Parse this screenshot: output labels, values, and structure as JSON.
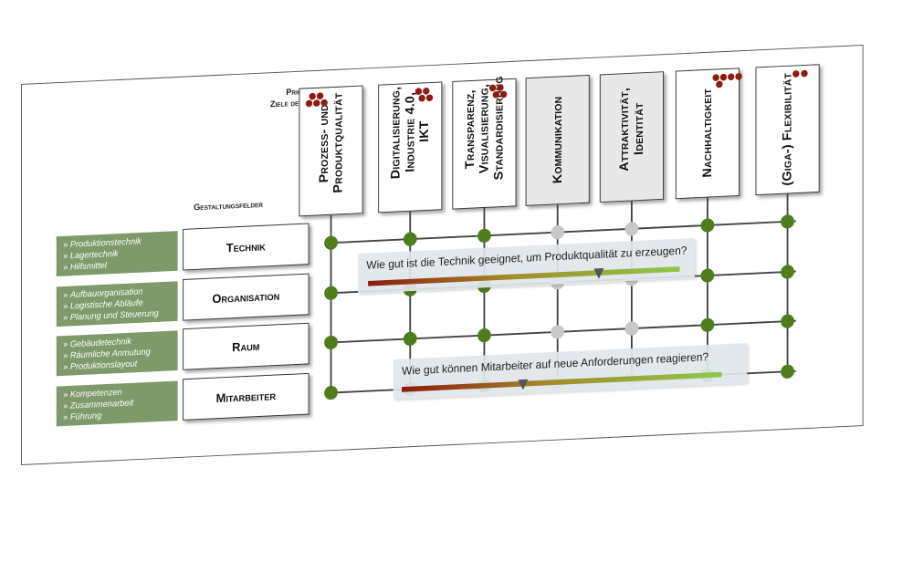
{
  "header": {
    "goals_title_line1": "Priorisierte",
    "goals_title_line2": "Ziele der Fabrik",
    "fields_title": "Gestaltungsfelder"
  },
  "goals": [
    {
      "label_line1": "Prozess- und",
      "label_line2": "Produktqualität",
      "label_line3": "",
      "shaded": false,
      "priority": 5
    },
    {
      "label_line1": "Digitalisierung,",
      "label_line2": "Industrie 4.0,",
      "label_line3": "IKT",
      "shaded": false,
      "priority": 4
    },
    {
      "label_line1": "Transparenz,",
      "label_line2": "Visualisierung,",
      "label_line3": "Standardisierung",
      "shaded": false,
      "priority": 4
    },
    {
      "label_line1": "Kommunikation",
      "label_line2": "",
      "label_line3": "",
      "shaded": true,
      "priority": 0
    },
    {
      "label_line1": "Attraktivität,",
      "label_line2": "Identität",
      "label_line3": "",
      "shaded": true,
      "priority": 0
    },
    {
      "label_line1": "Nachhaltigkeit",
      "label_line2": "",
      "label_line3": "",
      "shaded": false,
      "priority": 5
    },
    {
      "label_line1": "(Giga-) Flexibilität",
      "label_line2": "",
      "label_line3": "",
      "shaded": false,
      "priority": 2
    }
  ],
  "fields": [
    {
      "label": "Technik",
      "items": [
        "Produktionstechnik",
        "Lagertechnik",
        "Hilfsmittel"
      ]
    },
    {
      "label": "Organisation",
      "items": [
        "Aufbauorganisation",
        "Logistische Abläufe",
        "Planung und Steuerung"
      ]
    },
    {
      "label": "Raum",
      "items": [
        "Gebäudetechnik",
        "Räumliche Anmutung",
        "Produktionslayout"
      ]
    },
    {
      "label": "Mitarbeiter",
      "items": [
        "Kompetenzen",
        "Zusammenarbeit",
        "Führung"
      ]
    }
  ],
  "questions": [
    {
      "text": "Wie gut ist die Technik geeignet, um Produktqualität zu erzeugen?",
      "field": 0,
      "goal": 0,
      "rating": 0.74
    },
    {
      "text": "Wie gut können Mitarbeiter auf neue Anforderungen reagieren?",
      "field": 3,
      "goal": 6,
      "rating": 0.38
    }
  ],
  "colors": {
    "node_green": "#4f7d1e",
    "node_grey": "#c8c8c8",
    "priority_dot": "#8a1c12",
    "field_items_bg": "#7e9a6a",
    "scale_low": "#8b1a0f",
    "scale_high": "#8cc84b"
  }
}
